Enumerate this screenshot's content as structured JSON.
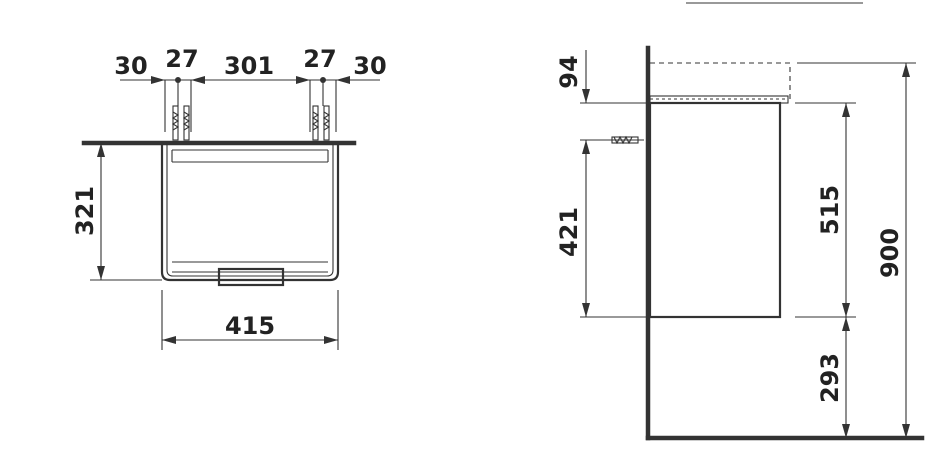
{
  "front_view": {
    "dims_top": [
      "30",
      "27",
      "301",
      "27",
      "30"
    ],
    "dim_height": "321",
    "dim_width": "415"
  },
  "side_view": {
    "dim_top_offset": "94",
    "dim_mount_height": "421",
    "dim_cabinet_height": "515",
    "dim_floor_gap": "293",
    "dim_total_height": "900"
  },
  "colors": {
    "line": "#333333",
    "text": "#222222",
    "background": "#ffffff"
  }
}
